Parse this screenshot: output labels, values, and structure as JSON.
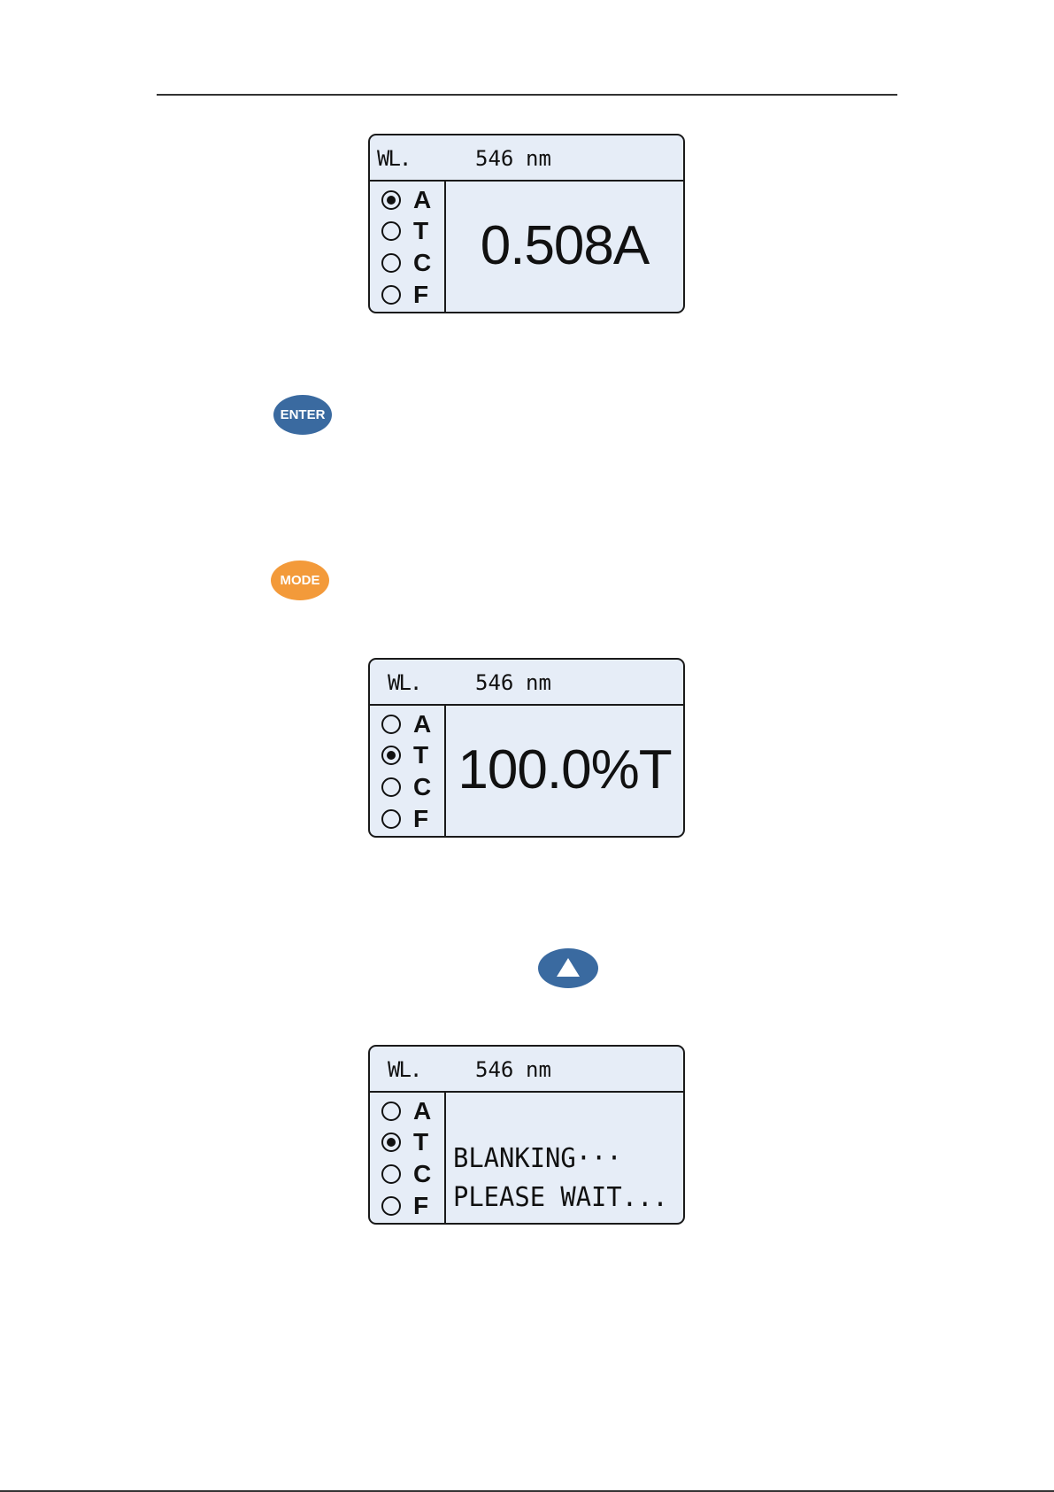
{
  "displays": [
    {
      "wl_label": "WL.",
      "wl_value": "546",
      "wl_unit": "nm",
      "modes": [
        {
          "letter": "A",
          "selected": true
        },
        {
          "letter": "T",
          "selected": false
        },
        {
          "letter": "C",
          "selected": false
        },
        {
          "letter": "F",
          "selected": false
        }
      ],
      "reading": "0.508A"
    },
    {
      "wl_label": "WL.",
      "wl_value": "546",
      "wl_unit": "nm",
      "modes": [
        {
          "letter": "A",
          "selected": false
        },
        {
          "letter": "T",
          "selected": true
        },
        {
          "letter": "C",
          "selected": false
        },
        {
          "letter": "F",
          "selected": false
        }
      ],
      "reading": "100.0%T"
    },
    {
      "wl_label": "WL.",
      "wl_value": "546",
      "wl_unit": "nm",
      "modes": [
        {
          "letter": "A",
          "selected": false
        },
        {
          "letter": "T",
          "selected": true
        },
        {
          "letter": "C",
          "selected": false
        },
        {
          "letter": "F",
          "selected": false
        }
      ],
      "status_line1": "BLANKING···",
      "status_line2": "PLEASE WAIT..."
    }
  ],
  "keys": {
    "enter_label": "ENTER",
    "mode_label": "MODE",
    "up_icon": "up-triangle-icon"
  },
  "colors": {
    "lcd_background": "#e6edf7",
    "key_blue": "#3a6aa0",
    "key_orange": "#f39a3a"
  }
}
